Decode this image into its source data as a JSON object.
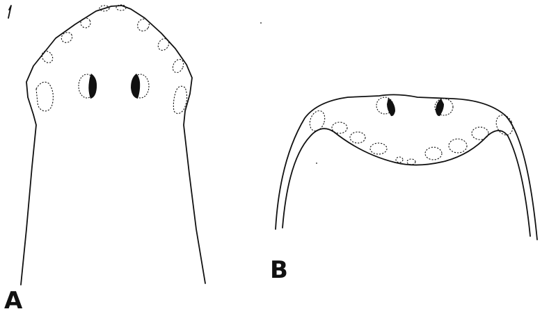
{
  "figure": {
    "panels": [
      {
        "id": "A",
        "label": "A",
        "view": "dorsal"
      },
      {
        "id": "B",
        "label": "B",
        "view": "frontal"
      }
    ],
    "colors": {
      "line": "#111111",
      "background": "#ffffff"
    }
  }
}
